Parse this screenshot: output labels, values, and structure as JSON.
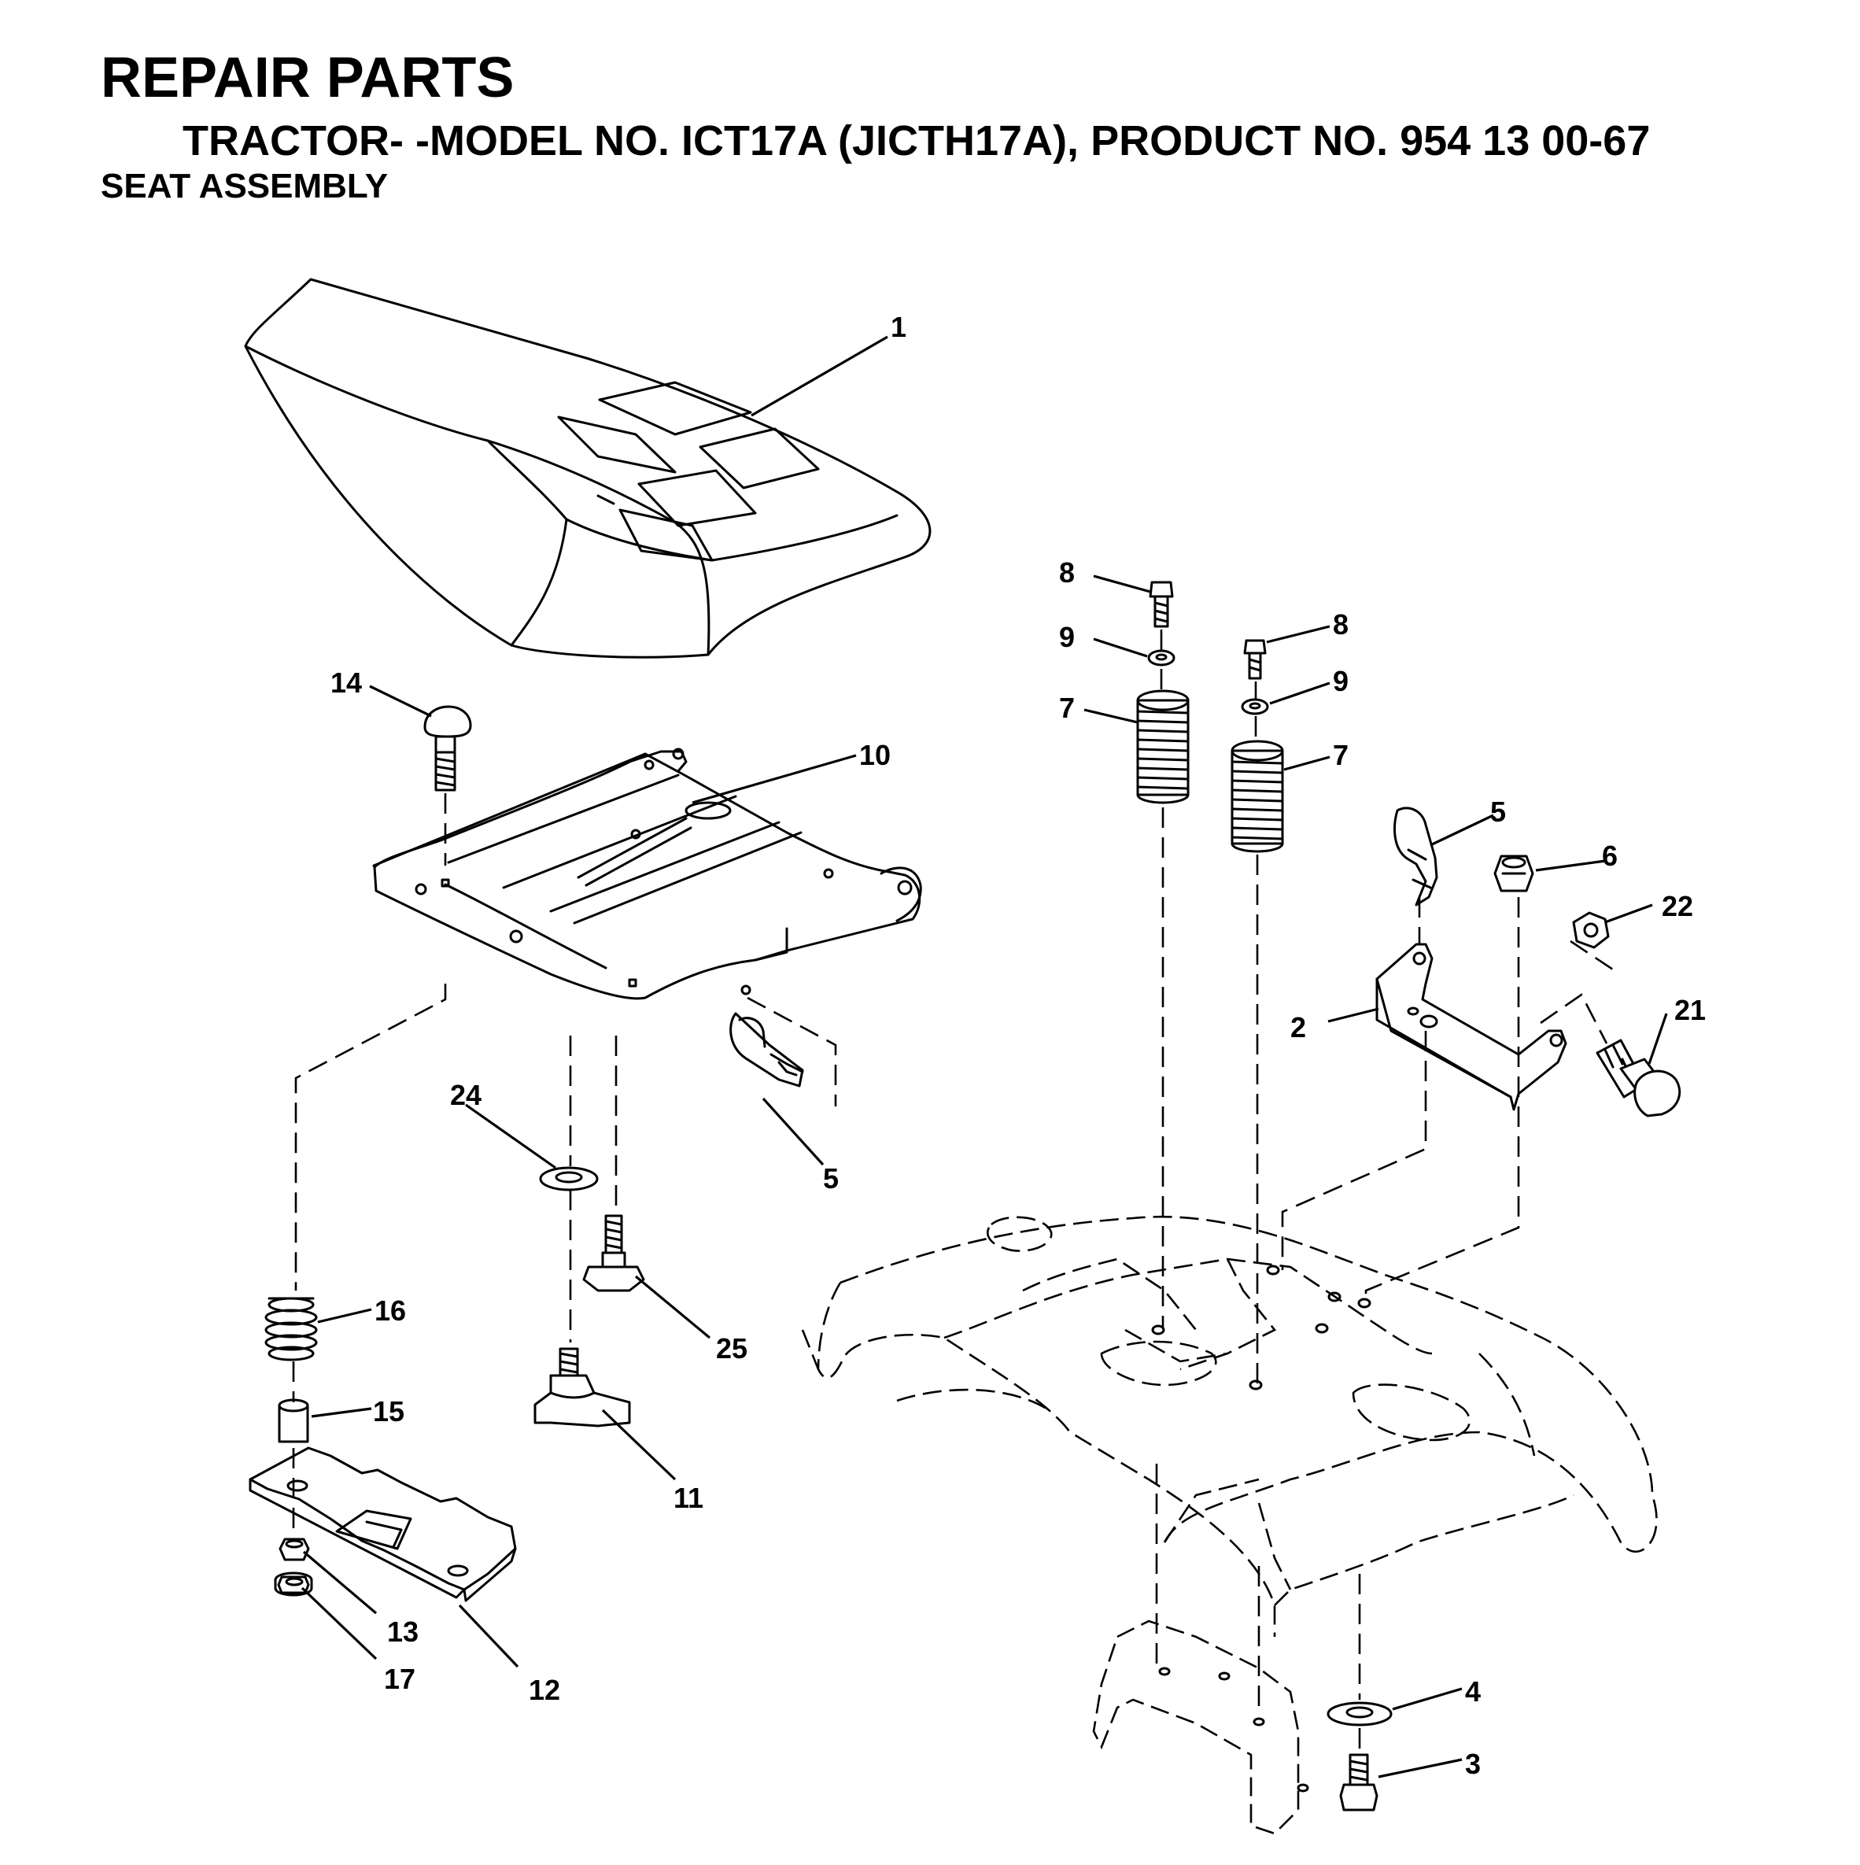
{
  "header": {
    "title": "REPAIR PARTS",
    "subtitle": "TRACTOR- -MODEL NO. ICT17A (JICTH17A), PRODUCT NO. 954 13 00-67",
    "section": "SEAT ASSEMBLY"
  },
  "callouts": [
    "1",
    "2",
    "3",
    "4",
    "5",
    "5",
    "6",
    "7",
    "7",
    "8",
    "8",
    "9",
    "9",
    "10",
    "11",
    "12",
    "13",
    "14",
    "15",
    "16",
    "17",
    "21",
    "22",
    "24",
    "25"
  ]
}
